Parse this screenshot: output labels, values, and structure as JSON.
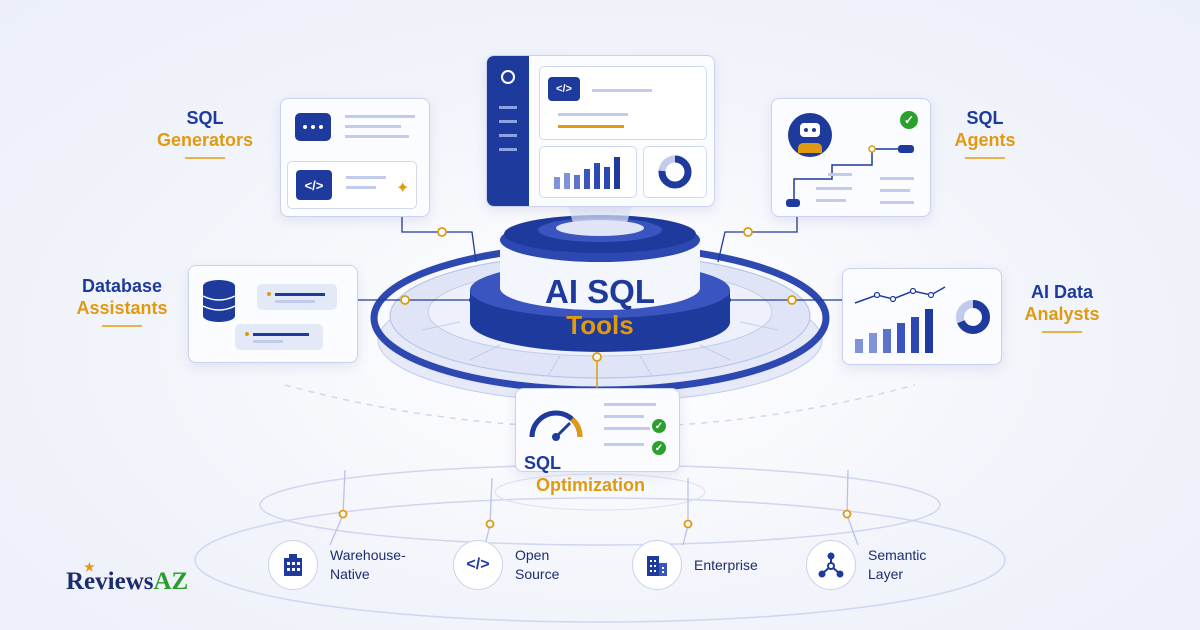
{
  "hub": {
    "line1": "AI SQL",
    "line2": "Tools"
  },
  "features": {
    "sql_generators": {
      "line1": "SQL",
      "line2": "Generators"
    },
    "sql_agents": {
      "line1": "SQL",
      "line2": "Agents"
    },
    "database_assistants": {
      "line1": "Database",
      "line2": "Assistants"
    },
    "ai_data_analysts": {
      "line1": "AI Data",
      "line2": "Analysts"
    },
    "sql_optimization": {
      "line1": "SQL",
      "line2": "Optimization"
    }
  },
  "categories": [
    {
      "line1": "Warehouse-",
      "line2": "Native",
      "icon": "building-icon"
    },
    {
      "line1": "Open",
      "line2": "Source",
      "icon": "code-icon"
    },
    {
      "line1": "Enterprise",
      "line2": "",
      "icon": "enterprise-building-icon"
    },
    {
      "line1": "Semantic",
      "line2": "Layer",
      "icon": "network-icon"
    }
  ],
  "icon_glyphs": {
    "code": "</>"
  },
  "brand": {
    "name": "Reviews",
    "suffix": "AZ"
  },
  "colors": {
    "navy": "#1e3a9c",
    "gold": "#e09a12",
    "check": "#2ca02c",
    "card_border": "#c9d1ee"
  }
}
